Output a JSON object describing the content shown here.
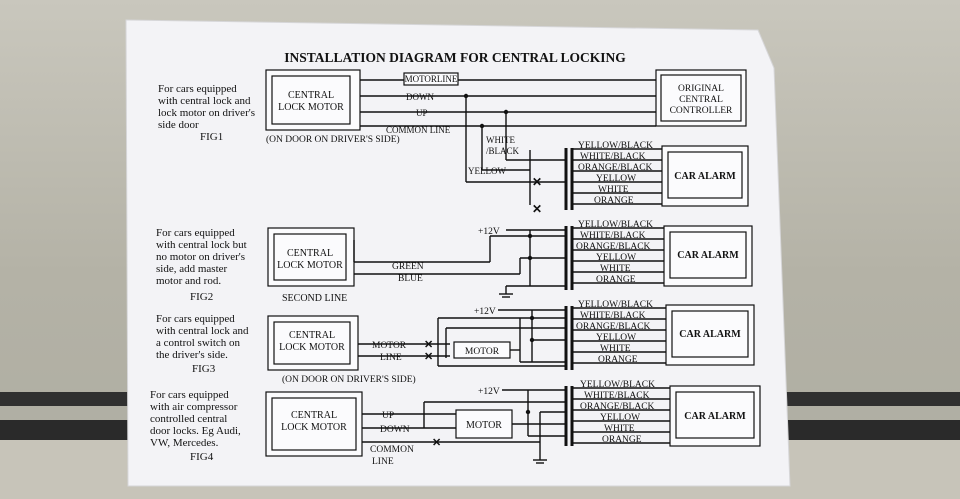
{
  "title": "INSTALLATION DIAGRAM FOR CENTRAL LOCKING",
  "fig1": {
    "desc": [
      "For cars equipped",
      "with central lock and",
      "lock motor on driver's",
      "side door"
    ],
    "label": "FIG1",
    "motor": [
      "CENTRAL",
      "LOCK MOTOR"
    ],
    "door_note": "(ON DOOR ON DRIVER'S SIDE)",
    "wires": {
      "motorline": "MOTORLINE",
      "down": "DOWN",
      "up": "UP",
      "common": "COMMON LINE",
      "white": "WHITE",
      "black": "/BLACK",
      "yellow": "YELLOW"
    },
    "controller": [
      "ORIGINAL",
      "CENTRAL",
      "CONTROLLER"
    ]
  },
  "fig2": {
    "desc": [
      "For cars equipped",
      "with central lock but",
      "no motor on driver's",
      "side, add master",
      "motor and rod."
    ],
    "label": "FIG2",
    "motor": [
      "CENTRAL",
      "LOCK MOTOR"
    ],
    "second_line": "SECOND LINE",
    "wires": {
      "green": "GREEN",
      "blue": "BLUE",
      "plus12": "+12V"
    }
  },
  "fig3": {
    "desc": [
      "For cars equipped",
      "with central lock and",
      "a control switch on",
      "the driver's side."
    ],
    "label": "FIG3",
    "motor": [
      "CENTRAL",
      "LOCK MOTOR"
    ],
    "door_note": "(ON DOOR ON DRIVER'S SIDE)",
    "wires": {
      "motor": "MOTOR",
      "line": "LINE",
      "plus12": "+12V"
    },
    "motor_box": "MOTOR"
  },
  "fig4": {
    "desc": [
      "For cars equipped",
      "with air compressor",
      "controlled central",
      "door locks. Eg Audi,",
      "VW, Mercedes."
    ],
    "label": "FIG4",
    "motor": [
      "CENTRAL",
      "LOCK MOTOR"
    ],
    "wires": {
      "up": "UP",
      "down": "DOWN",
      "common": "COMMON",
      "line": "LINE",
      "plus12": "+12V"
    },
    "motor_box": "MOTOR"
  },
  "alarm": {
    "label": "CAR ALARM",
    "wires": [
      "YELLOW/BLACK",
      "WHITE/BLACK",
      "ORANGE/BLACK",
      "YELLOW",
      "WHITE",
      "ORANGE"
    ]
  }
}
